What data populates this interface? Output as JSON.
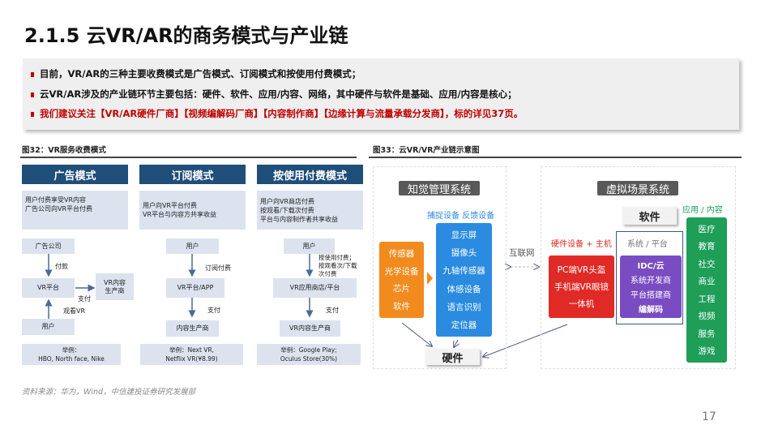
{
  "title": "2.1.5  云VR/AR的商务模式与产业链",
  "summary": [
    {
      "text": "目前，VR/AR的三种主要收费模式是广告模式、订阅模式和按使用付费模式；",
      "color": "#111111"
    },
    {
      "text": "云VR/AR涉及的产业链环节主要包括：硬件、软件、应用/内容、网络，其中硬件与软件是基础、应用/内容是核心；",
      "color": "#111111"
    },
    {
      "text": "我们建议关注【VR/AR硬件厂商】【视频编解码厂商】【内容制作商】【边缘计算与流量承载分发商】，标的详见37页。",
      "color": "#c00000"
    }
  ],
  "fig32": {
    "caption": "图32：VR服务收费模式",
    "models": [
      {
        "header": "广告模式",
        "desc": [
          "用户付费享受VR内容",
          "广告公司向VR平台付费"
        ],
        "example": [
          "举例：",
          "HBO, North face, Nike"
        ]
      },
      {
        "header": "订阅模式",
        "desc": [
          "用户向VR平台付费",
          "VR平台与内容方共享收益"
        ],
        "example": [
          "举例：Next VR,",
          "Netflix VR(¥8.99)"
        ]
      },
      {
        "header": "按使用付费模式",
        "desc": [
          "用户向VR商店付费",
          "按观看/下载次付费",
          "平台与内容制作者共享收益"
        ],
        "example": [
          "举例：Google Play;",
          "Oculus Store(30%)"
        ]
      }
    ],
    "flow_ad": {
      "advertiser": "广告公司",
      "pay": "付款",
      "platform": "VR平台",
      "producer": "VR内容生产商",
      "payout": "支付",
      "watch": "观看VR",
      "user": "用户"
    },
    "flow_sub": {
      "user": "用户",
      "pay": "订阅付费",
      "platform": "VR平台/APP",
      "payout": "支付",
      "producer": "内容生产商"
    },
    "flow_use": {
      "user": "用户",
      "pay": "按使用付费；按观看次/下载次付费",
      "platform": "VR应用商店/平台",
      "payout": "支付",
      "producer": "VR内容生产商"
    },
    "source": "资料来源：华为，Wind，中信建投证券研究发展部"
  },
  "fig33": {
    "caption": "图33：云VR/VR产业链示意图",
    "perception": "知觉管理系统",
    "capture_label": "捕捉设备  反馈设备",
    "orange_items": [
      "传感器",
      "光学设备",
      "芯片",
      "软件"
    ],
    "blue_items": [
      "显示屏",
      "摄像头",
      "九轴传感器",
      "体感设备",
      "语言识别",
      "定位器"
    ],
    "hardware": "硬件",
    "internet": "互联网",
    "virtual": "虚拟场景系统",
    "software": "软件",
    "hw_host_label": "硬件设备 + 主机",
    "red_items": [
      "PC端VR头盔",
      "手机端VR眼镜",
      "一体机"
    ],
    "platform_label": "系统 / 平台",
    "purple_items": [
      "IDC/云",
      "系统开发商",
      "平台搭建商",
      "编解码"
    ],
    "app_label": "应用 / 内容",
    "green_items": [
      "医疗",
      "教育",
      "社交",
      "商业",
      "工程",
      "视频",
      "服务",
      "游戏"
    ],
    "colors": {
      "orange": "#f28b1e",
      "blue": "#2a8be0",
      "red": "#e02a25",
      "purple": "#7a4cc2",
      "green": "#1e9e57"
    }
  },
  "page_number": "17"
}
